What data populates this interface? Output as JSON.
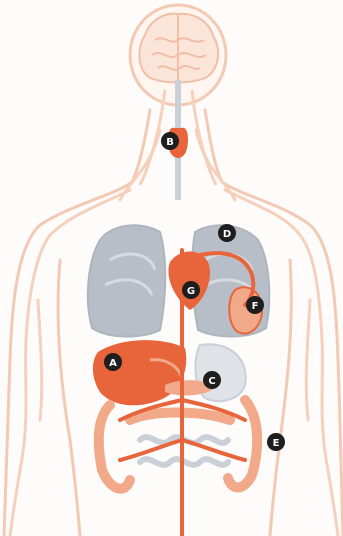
{
  "labels": [
    {
      "id": "A",
      "text": "A",
      "organ": "liver"
    },
    {
      "id": "B",
      "text": "B",
      "organ": "thyroid"
    },
    {
      "id": "C",
      "text": "C",
      "organ": "pancreas"
    },
    {
      "id": "D",
      "text": "D",
      "organ": "lungs"
    },
    {
      "id": "E",
      "text": "E",
      "organ": "intestines"
    },
    {
      "id": "F",
      "text": "F",
      "organ": "kidney"
    },
    {
      "id": "G",
      "text": "G",
      "organ": "heart"
    }
  ],
  "colors": {
    "skin_outline": "#f3c9b3",
    "nerves": "#f6d0bd",
    "organ_orange": "#e8643a",
    "organ_light": "#f2a98a",
    "lungs": "#b7bec7",
    "artery": "#e8643a",
    "label_bg": "#1e1e1e",
    "label_text": "#ffffff"
  }
}
